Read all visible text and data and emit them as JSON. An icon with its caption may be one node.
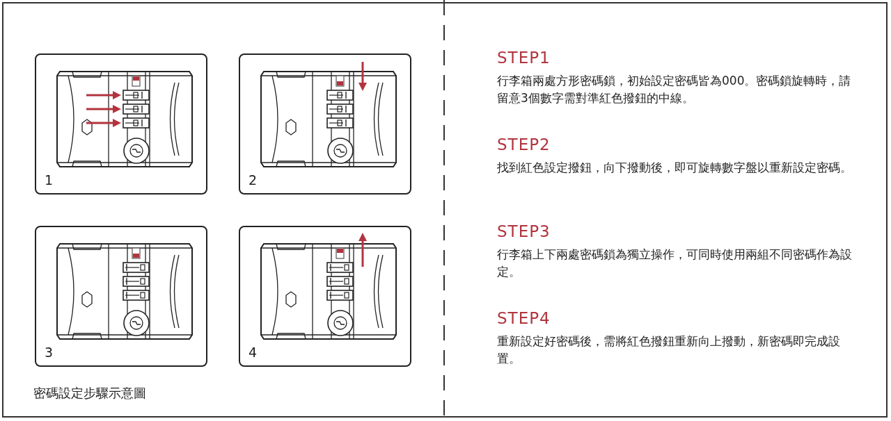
{
  "diagram": {
    "caption": "密碼設定步驟示意圖",
    "nodes": [
      {
        "text": [
          "1"
        ]
      },
      {
        "text": [
          "2"
        ]
      },
      {
        "text": [
          "3"
        ]
      },
      {
        "text": [
          "4"
        ]
      }
    ],
    "labels": [
      "STEP1",
      "行李箱兩處方形密碼鎖，初始設定密碼皆為000。密碼鎖旋轉時，請留意3個數字需對準紅色撥鈕的中線。",
      "STEP2",
      "找到紅色設定撥鈕，向下撥動後，即可旋轉數字盤以重新設定密碼。",
      "STEP3",
      "行李箱上下兩處密碼鎖為獨立操作，可同時使用兩組不同密碼作為設定。",
      "STEP4",
      "重新設定好密碼後，需將紅色撥鈕重新向上撥動，新密碼即完成設置。"
    ]
  }
}
